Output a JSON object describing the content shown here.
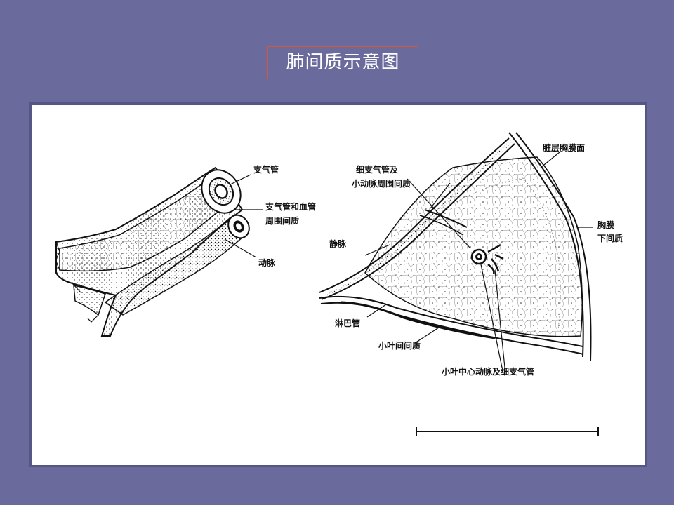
{
  "slide": {
    "title": "肺间质示意图"
  },
  "diagram": {
    "labels": {
      "bronchus": "支气管",
      "peri_line1": "支气管和血管",
      "peri_line2": "周围间质",
      "artery": "动脉",
      "fine_line1": "细支气管及",
      "fine_line2": "小动脉周围间质",
      "visceral_pleura": "脏层胸膜面",
      "subpleural_line1": "胸膜",
      "subpleural_line2": "下间质",
      "vein": "静脉",
      "lymph": "淋巴管",
      "interlobular": "小叶间间质",
      "centrilobular": "小叶中心动脉及细支气管"
    }
  }
}
